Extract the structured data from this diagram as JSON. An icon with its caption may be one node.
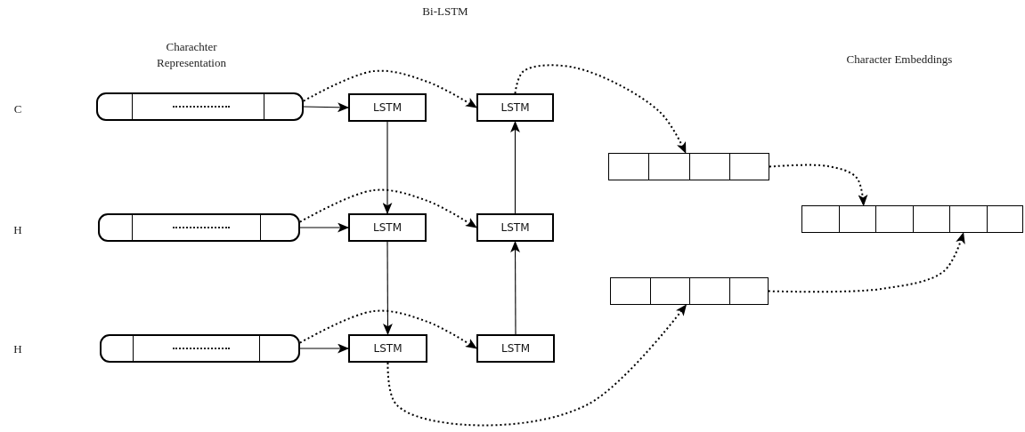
{
  "diagram": {
    "nodes": [
      {
        "text": [],
        "shape": "bar"
      },
      {
        "text": [
          "LSTM"
        ]
      },
      {
        "text": [
          "LSTM"
        ]
      },
      {
        "text": [],
        "shape": "box"
      },
      {
        "text": [],
        "shape": "box"
      },
      {
        "text": [],
        "shape": "bar"
      },
      {
        "text": [
          "LSTM"
        ]
      },
      {
        "text": [
          "LSTM"
        ]
      },
      {
        "text": [],
        "shape": "box"
      },
      {
        "text": [],
        "shape": "bar"
      },
      {
        "text": [
          "LSTM"
        ]
      },
      {
        "text": [
          "LSTM"
        ]
      }
    ],
    "edges": [
      {
        "from": 0,
        "to": 1,
        "arrow": "to"
      },
      {
        "from": 0,
        "to": 2,
        "arrow": "to",
        "style": "dashed"
      },
      {
        "from": 1,
        "to": 6,
        "arrow": "to"
      },
      {
        "from": 7,
        "to": 2,
        "arrow": "to"
      },
      {
        "from": 2,
        "to": 3,
        "arrow": "to",
        "style": "dashed"
      },
      {
        "from": 5,
        "to": 6,
        "arrow": "to"
      },
      {
        "from": 5,
        "to": 7,
        "arrow": "to",
        "style": "dashed"
      },
      {
        "from": 6,
        "to": 10,
        "arrow": "to"
      },
      {
        "from": 11,
        "to": 7,
        "arrow": "to"
      },
      {
        "from": 9,
        "to": 10,
        "arrow": "to"
      },
      {
        "from": 9,
        "to": 11,
        "arrow": "to",
        "style": "dashed"
      },
      {
        "from": 10,
        "to": 8,
        "arrow": "to",
        "style": "dashed"
      },
      {
        "from": 3,
        "to": 4,
        "arrow": "to",
        "style": "dashed"
      },
      {
        "from": 8,
        "to": 4,
        "arrow": "to",
        "style": "dashed"
      }
    ],
    "labels": [
      "Bi-LSTM",
      "Charachter Representation",
      "Character Embeddings",
      "C",
      "H",
      "H"
    ]
  }
}
